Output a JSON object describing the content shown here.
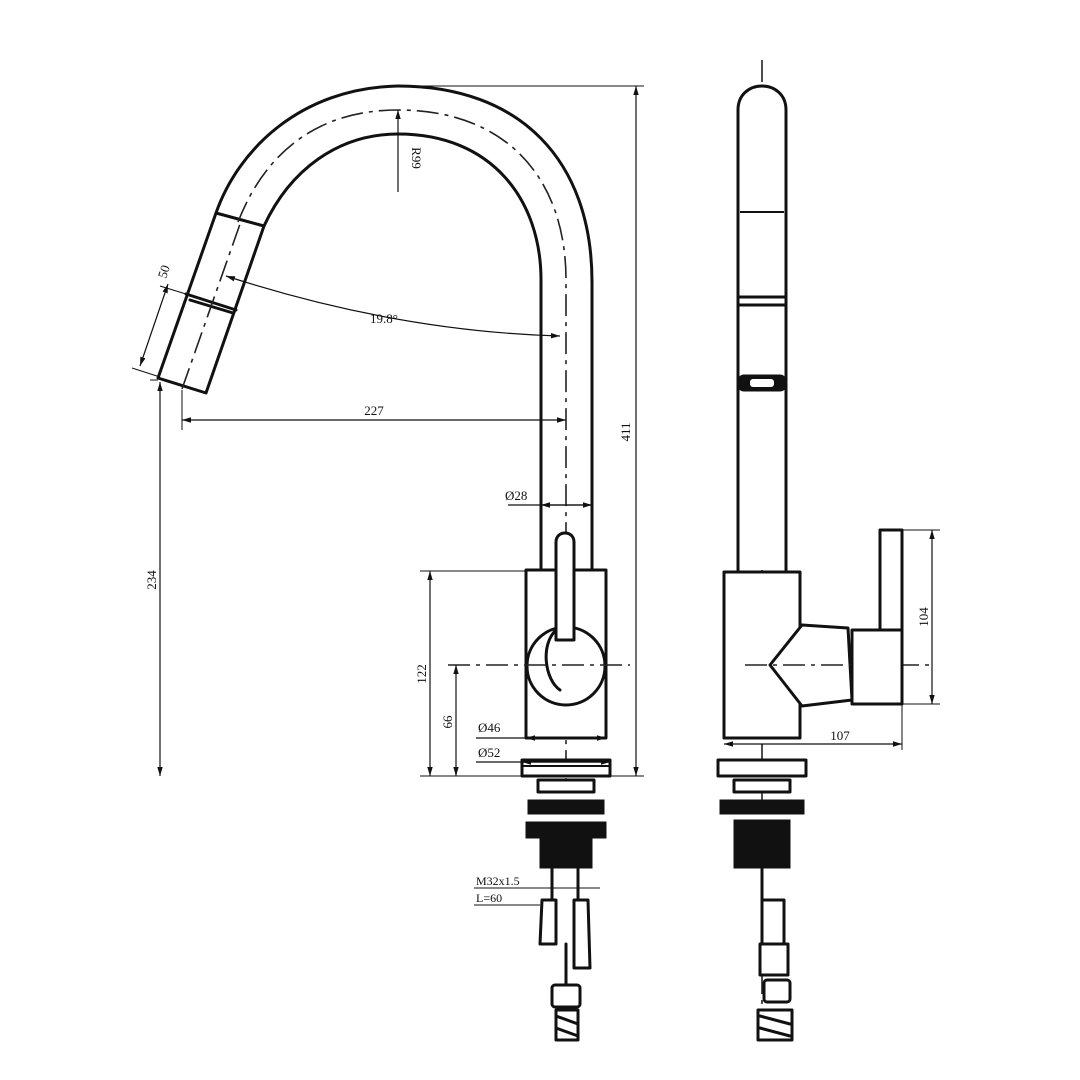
{
  "dimensions": {
    "radius": "R99",
    "angle": "19.8°",
    "nozzle_length": "50",
    "reach": "227",
    "total_height": "411",
    "spout_height": "234",
    "spout_diameter": "Ø28",
    "body_height": "122",
    "lever_axis_height": "66",
    "body_diameter": "Ø46",
    "base_diameter": "Ø52",
    "handle_length": "104",
    "handle_reach": "107"
  },
  "thread": {
    "size": "M32x1.5",
    "length": "L=60"
  }
}
